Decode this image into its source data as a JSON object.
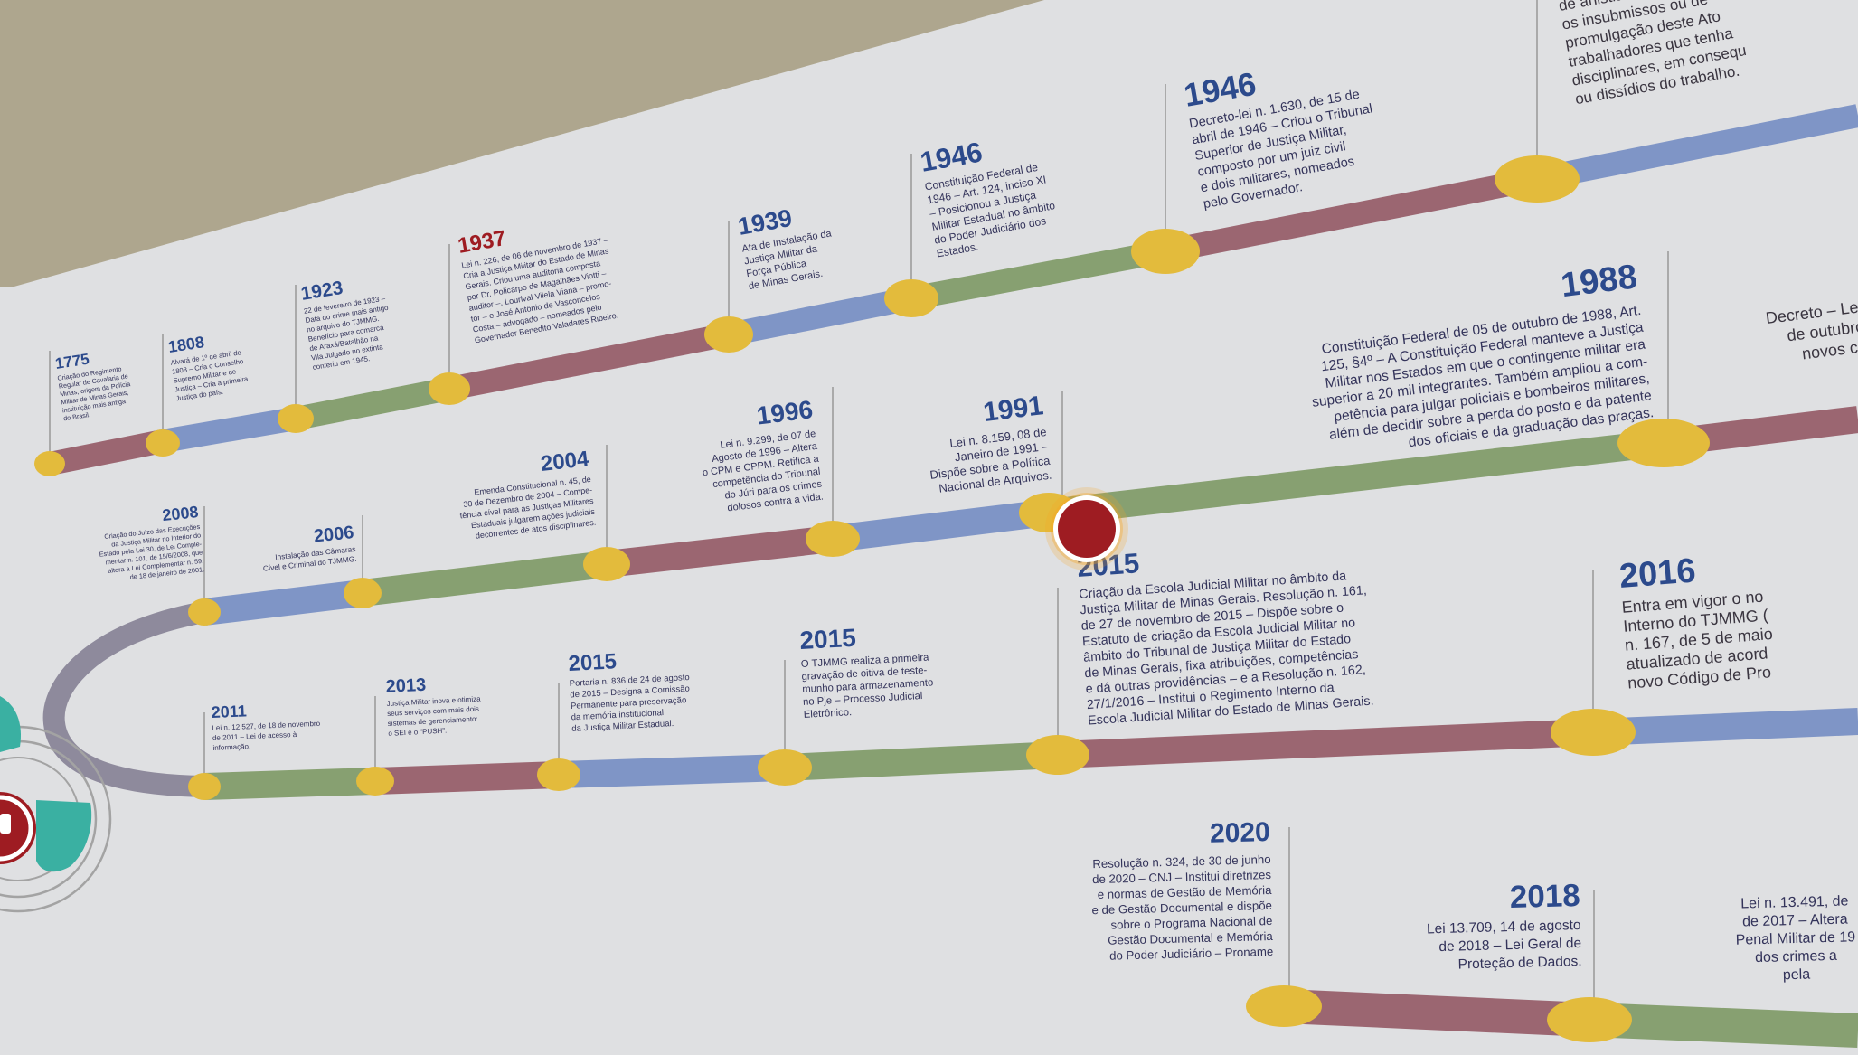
{
  "viewer": {
    "hotspot_color": "#9e1c22",
    "hotspot_glow": "#f5a623",
    "wall_color": "#dfe0e2",
    "background_color": "#aea68e"
  },
  "timeline_colors": {
    "red": "#9b6671",
    "blue": "#7f95c6",
    "green": "#87a071",
    "gray": "#8e8a9c",
    "dot": "#e3bb3c"
  },
  "events": {
    "e1775": {
      "year": "1775",
      "text": [
        "Criação do Regimento",
        "Regular de Cavalaria de",
        "Minas, origem da Polícia",
        "Militar de Minas Gerais,",
        "instituição mais antiga",
        "do Brasil."
      ]
    },
    "e1808": {
      "year": "1808",
      "text": [
        "Alvará de 1º de abril de",
        "1808 – Cria o Conselho",
        "Supremo Militar e de",
        "Justiça – Cria a primeira",
        "Justiça do país."
      ]
    },
    "e1923": {
      "year": "1923",
      "text": [
        "22 de fevereiro de 1923 –",
        "Data do crime mais antigo",
        "no arquivo do TJMMG.",
        "Benefício para comarca",
        "de Araxá/Batalhão na",
        "Vila Julgado no extinta",
        "conferiu em 1945."
      ]
    },
    "e1937": {
      "year": "1937",
      "text": [
        "Lei n. 226, de 06 de novembro de 1937 –",
        "Cria a Justiça Militar do Estado de Minas",
        "Gerais. Criou uma auditoria composta",
        "por Dr. Policarpo de Magalhães Viotti –",
        "auditor –, Lourival Vilela Viana – promo-",
        "tor – e José Antônio de Vasconcelos",
        "Costa – advogado – nomeados pelo",
        "Governador Benedito Valadares Ribeiro."
      ]
    },
    "e1939": {
      "year": "1939",
      "text": [
        "Ata de Instalação da",
        "Justiça Militar da",
        "Força Pública",
        "de Minas Gerais."
      ]
    },
    "e1946a": {
      "year": "1946",
      "text": [
        "Constituição Federal de",
        "1946 – Art. 124, inciso XI",
        "– Posicionou a Justiça",
        "Militar Estadual no âmbito",
        "do Poder Judiciário dos",
        "Estados."
      ]
    },
    "e1946b": {
      "year": "1946",
      "text": [
        "Decreto-lei n. 1.630, de 15 de",
        "abril de 1946 – Criou o Tribunal",
        "Superior de Justiça Militar,",
        "composto por um juiz civil",
        "e dois militares, nomeados",
        "pelo Governador."
      ]
    },
    "etop": {
      "text": [
        "de anistia a todos",
        "os insubmissos ou de",
        "promulgação deste Ato",
        "trabalhadores que tenha",
        "disciplinares, em consequ",
        "ou dissídios do trabalho."
      ]
    },
    "e2008": {
      "year": "2008",
      "text": [
        "Criação do Juízo das Execuções",
        "da Justiça Militar no Interior do",
        "Estado pela Lei 30, de Lei Comple-",
        "mentar n. 101, de 15/6/2008, que",
        "altera a Lei Complementar n. 59,",
        "de 18 de janeiro de 2001."
      ]
    },
    "e2006": {
      "year": "2006",
      "text": [
        "Instalação das Câmaras",
        "Cível e Criminal do TJMMG."
      ]
    },
    "e2004": {
      "year": "2004",
      "text": [
        "Emenda Constitucional n. 45, de",
        "30 de Dezembro de 2004 – Compe-",
        "tência cível para as Justiças Militares",
        "Estaduais julgarem ações judiciais",
        "decorrentes de atos disciplinares."
      ]
    },
    "e1996": {
      "year": "1996",
      "text": [
        "Lei n. 9.299, de 07 de",
        "Agosto de 1996 – Altera",
        "o CPM e CPPM. Retifica a",
        "competência do Tribunal",
        "do Júri para os crimes",
        "dolosos contra a vida."
      ]
    },
    "e1991": {
      "year": "1991",
      "text": [
        "Lei n. 8.159, 08 de",
        "Janeiro de 1991 –",
        "Dispõe sobre a Política",
        "Nacional de Arquivos."
      ]
    },
    "e1988": {
      "year": "1988",
      "text": [
        "Constituição Federal de 05 de outubro de 1988, Art.",
        "125, §4º – A Constituição Federal manteve a Justiça",
        "Militar nos Estados em que o contingente militar era",
        "superior a 20 mil integrantes. Também ampliou a com-",
        "petência para julgar policiais e bombeiros militares,",
        "além de decidir sobre a perda do posto e da patente",
        "dos oficiais e da graduação das praças."
      ]
    },
    "edecreto": {
      "text": [
        "Decreto – Lei",
        "de outubro",
        "novos có"
      ]
    },
    "e2011": {
      "year": "2011",
      "text": [
        "Lei n. 12.527, de 18 de novembro",
        "de 2011 – Lei de acesso à",
        "informação."
      ]
    },
    "e2013": {
      "year": "2013",
      "text": [
        "Justiça Militar inova e otimiza",
        "seus serviços com mais dois",
        "sistemas de gerenciamento:",
        "o SEI e o “PUSH”."
      ]
    },
    "e2015a": {
      "year": "2015",
      "text": [
        "Portaria n. 836 de 24 de agosto",
        "de 2015 – Designa a Comissão",
        "Permanente para preservação",
        "da memória institucional",
        "da Justiça Militar Estadual."
      ]
    },
    "e2015b": {
      "year": "2015",
      "text": [
        "O TJMMG realiza a primeira",
        "gravação de oitiva de teste-",
        "munho para armazenamento",
        "no Pje – Processo Judicial",
        "Eletrônico."
      ]
    },
    "e2015c": {
      "year": "2015",
      "text": [
        "Criação da Escola Judicial Militar no âmbito da",
        "Justiça Militar de Minas Gerais. Resolução n. 161,",
        "de 27 de novembro de 2015 – Dispõe sobre o",
        "Estatuto de criação da Escola Judicial Militar no",
        "âmbito do Tribunal de Justiça Militar do Estado",
        "de Minas Gerais, fixa atribuições, competências",
        "e dá outras providências – e a Resolução n. 162,",
        "27/1/2016 – Institui o Regimento Interno da",
        "Escola Judicial Militar do Estado de Minas Gerais."
      ]
    },
    "e2016": {
      "year": "2016",
      "text": [
        "Entra em vigor o no",
        "Interno do TJMMG (",
        "n. 167, de 5 de maio",
        "atualizado de acord",
        "novo Código de Pro"
      ]
    },
    "e2020": {
      "year": "2020",
      "text": [
        "Resolução n. 324, de 30 de junho",
        "de 2020 – CNJ – Institui diretrizes",
        "e normas de Gestão de Memória",
        "e de Gestão Documental e dispõe",
        "sobre o Programa Nacional de",
        "Gestão Documental e Memória",
        "do Poder Judiciário – Proname"
      ]
    },
    "e2018": {
      "year": "2018",
      "text": [
        "Lei 13.709, 14 de agosto",
        "de 2018 – Lei Geral de",
        "Proteção de Dados."
      ]
    },
    "e2017": {
      "text": [
        "Lei n. 13.491, de",
        "de 2017 – Altera",
        "Penal Militar de 19",
        "dos crimes a",
        "pela"
      ]
    }
  }
}
